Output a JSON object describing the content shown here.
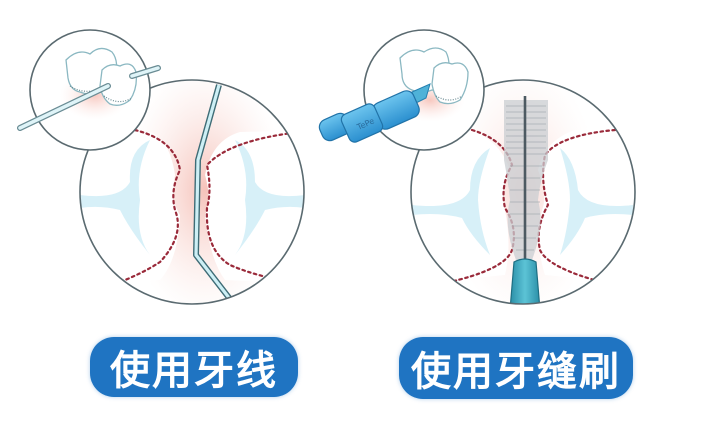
{
  "panels": [
    {
      "id": "floss",
      "label": "使用牙线",
      "tool": "dental-floss"
    },
    {
      "id": "interdental-brush",
      "label": "使用牙缝刷",
      "tool": "interdental-brush"
    }
  ],
  "colors": {
    "label_bg": "#1f74c2",
    "label_text": "#ffffff",
    "circle_stroke": "#5a6a70",
    "gum_pink": "#f6c9c2",
    "dotted_outline": "#9a2a3a",
    "tooth_blue": "#d3eef7",
    "tool_blue": "#3aa3d6",
    "brush_handle": "#2f9ab0"
  }
}
